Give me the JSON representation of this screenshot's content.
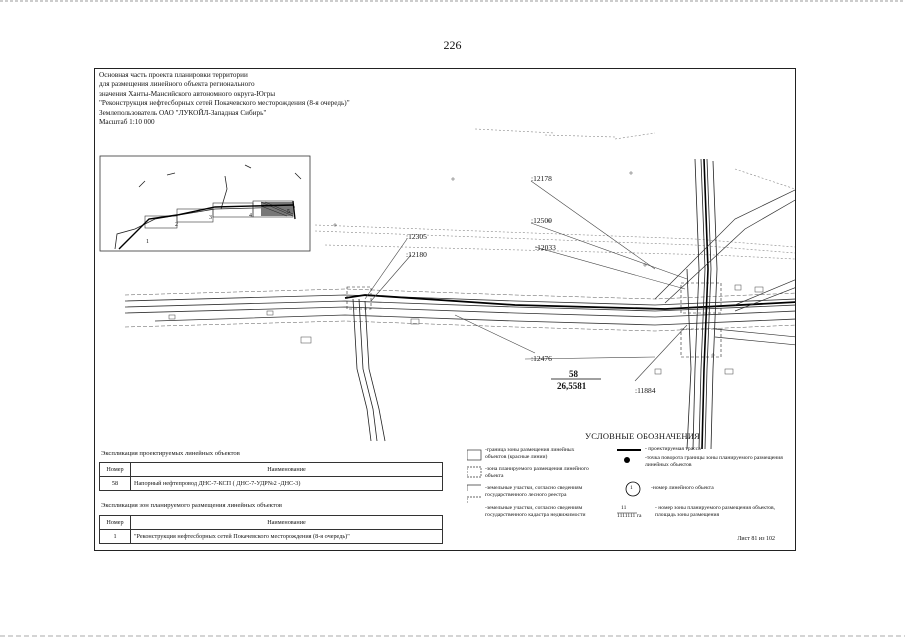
{
  "page_number": "226",
  "title_lines": [
    "Основная часть проекта планировки территории",
    "для размещения линейного объекта регионального",
    "значения Ханты-Мансийского автономного округа-Югры",
    "\"Реконструкция нефтесборных сетей Покачевского месторождения (8-я очередь)\"",
    "Землепользователь ОАО \"ЛУКОЙЛ-Западная Сибирь\"",
    "Масштаб 1:10 000"
  ],
  "map_labels": {
    "l12305": ":12305",
    "l12180": ":12180",
    "l12178": ":12178",
    "l12500": ":12500",
    "l12033": ":12033",
    "l12476": ":12476",
    "l11884": ":11884",
    "zone_number": "58",
    "zone_area": "26,5581"
  },
  "inset": {
    "sections": [
      "1",
      "2",
      "3",
      "4",
      "5"
    ]
  },
  "legend": {
    "title": "УСЛОВНЫЕ ОБОЗНАЧЕНИЯ",
    "items": [
      "-граница зоны размещения линейных объектов (красные линии)",
      "-зона планируемого размещения линейного объекта",
      "-земельные участки, согласно сведениям государственного лесного реестра",
      "-земельные участки, согласно сведениям государственного кадастра недвижимости",
      "- проектируемая трасса",
      "-точка поворота границы зоны планируемого размещения линейных объектов",
      "-номер линейного объекта",
      "- номер зоны планируемого размещения объектов, площадь зоны размещения"
    ],
    "circle_symbol": "1",
    "zone_sym_number": "11",
    "zone_sym_area": "1111111 га"
  },
  "table1": {
    "caption": "Экспликация проектируемых линейных объектов",
    "headers": [
      "Номер",
      "Наименование"
    ],
    "rows": [
      [
        "58",
        "Напорный нефтепровод ДНС-7-КСП ( ДНС-7-УДР№2 -ДНС-3)"
      ]
    ]
  },
  "table2": {
    "caption": "Экспликация зон планируемого размещения линейных объектов",
    "headers": [
      "Номер",
      "Наименование"
    ],
    "rows": [
      [
        "1",
        "\"Реконструкция нефтесборных сетей Покачевского месторождения (8-я очередь)\""
      ]
    ]
  },
  "sheet_label": "Лист 81 из 102"
}
